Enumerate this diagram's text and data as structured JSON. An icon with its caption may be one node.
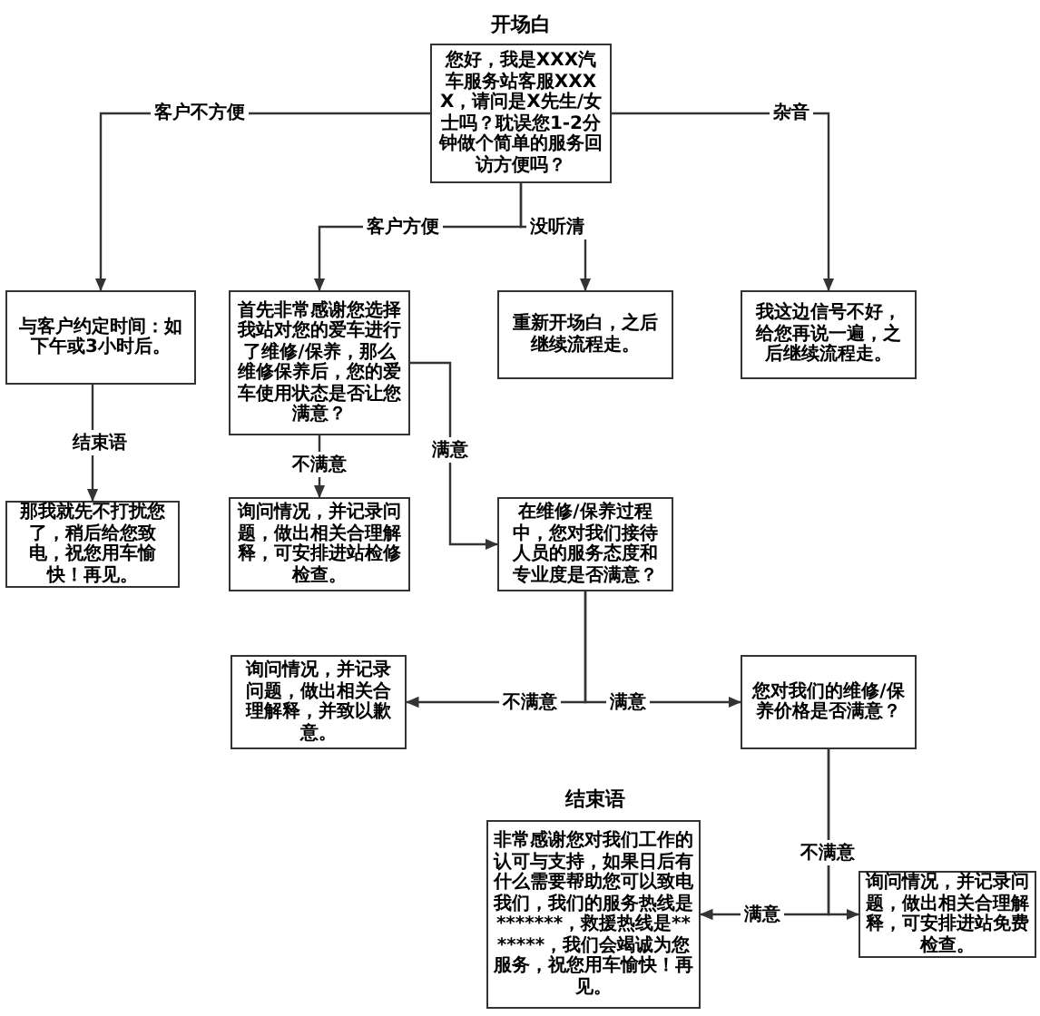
{
  "diagram": {
    "title": "开场白",
    "nodes": [
      {
        "text": [
          "您好，我是XXX汽车服务站客服XXXX，请问是X先生/女士吗？耽误您1-2分钟做个简单的服务回访方便吗？"
        ]
      },
      {
        "text": [
          "与客户约定时间：如下午或3小时后。"
        ]
      },
      {
        "text": [
          "那我就先不打扰您了，稍后给您致电，祝您用车愉快！再见。"
        ]
      },
      {
        "text": [
          "首先非常感谢您选择我站对您的爱车进行了维修/保养，那么维修保养后，您的爱车使用状态是否让您满意？"
        ]
      },
      {
        "text": [
          "重新开场白，之后继续流程走。"
        ]
      },
      {
        "text": [
          "我这边信号不好，给您再说一遍，之后继续流程走。"
        ]
      },
      {
        "text": [
          "询问情况，并记录问题，做出相关合理解释，可安排进站检修检查。"
        ]
      },
      {
        "text": [
          "在维修/保养过程中，您对我们接待人员的服务态度和专业度是否满意？"
        ]
      },
      {
        "text": [
          "询问情况，并记录问题，做出相关合理解释，并致以歉意。"
        ]
      },
      {
        "text": [
          "您对我们的维修/保养价格是否满意？"
        ]
      },
      {
        "text": [
          "询问情况，并记录问题，做出相关合理解释，可安排进站免费检查。"
        ]
      },
      {
        "text": [
          "结束语",
          "非常感谢您对我们工作的认可与支持，如果日后有什么需要帮助您可以致电我们，我们的服务热线是*******，救援热线是*******，我们会竭诚为您服务，祝您用车愉快！再见。"
        ]
      }
    ],
    "edges": [
      {
        "from": 0,
        "to": 1,
        "arrow": "to",
        "label": "客户不方便"
      },
      {
        "from": 0,
        "to": 3,
        "arrow": "to",
        "label": "客户方便"
      },
      {
        "from": 0,
        "to": 4,
        "arrow": "to",
        "label": "没听清"
      },
      {
        "from": 0,
        "to": 5,
        "arrow": "to",
        "label": "杂音"
      },
      {
        "from": 1,
        "to": 2,
        "arrow": "to",
        "label": "结束语"
      },
      {
        "from": 3,
        "to": 6,
        "arrow": "to",
        "label": "不满意"
      },
      {
        "from": 3,
        "to": 7,
        "arrow": "to",
        "label": "满意"
      },
      {
        "from": 7,
        "to": 8,
        "arrow": "to",
        "label": "不满意"
      },
      {
        "from": 7,
        "to": 9,
        "arrow": "to",
        "label": "满意"
      },
      {
        "from": 9,
        "to": 11,
        "arrow": "to",
        "label": "满意"
      },
      {
        "from": 9,
        "to": 10,
        "arrow": "to",
        "label": "不满意"
      }
    ]
  }
}
